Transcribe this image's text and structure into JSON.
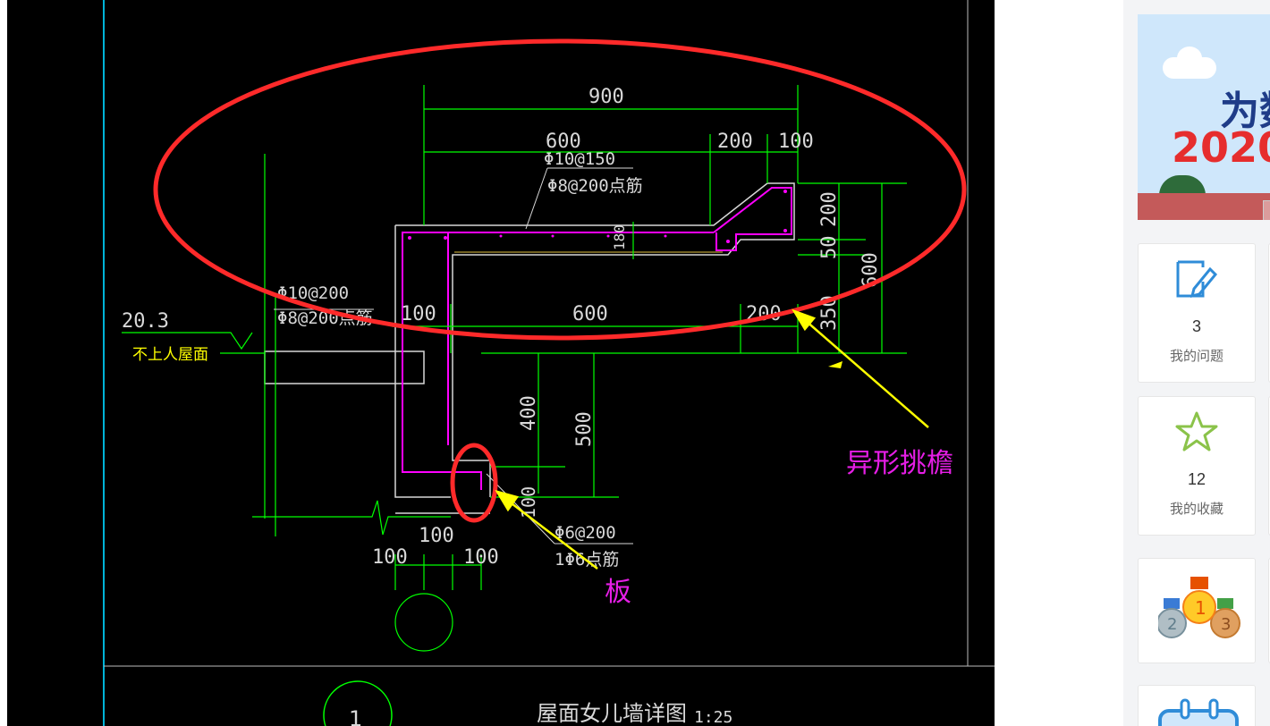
{
  "drawing": {
    "dims": {
      "d900": "900",
      "d600_top": "600",
      "d200_top": "200",
      "d100_top": "100",
      "d180": "180",
      "d600_mid": "600",
      "d200_mid": "200",
      "d100_mid": "100",
      "d400": "400",
      "d500": "500",
      "d100_bot": "100",
      "d100_bl": "100",
      "d100_br": "100",
      "d50": "50",
      "d200_v": "200",
      "d350": "350",
      "d600_v": "600",
      "d100_v": "100"
    },
    "rebar": {
      "top_main": "Φ10@150",
      "top_dist": "Φ8@200点筋",
      "left_main": "Φ10@200",
      "left_dist": "Φ8@200点筋",
      "bottom_main": "Φ6@200",
      "bottom_dist": "1Φ6点筋"
    },
    "elevation": "20.3",
    "roof_note": "不上人屋面",
    "annotation_eave": "异形挑檐",
    "annotation_slab": "板",
    "detail_number": "1",
    "detail_title": "屋面女儿墙详图",
    "detail_scale": "1:25"
  },
  "sidebar": {
    "banner": {
      "title_line1": "为数",
      "title_line2": "2020",
      "nav_arrow": "‹"
    },
    "cards": [
      {
        "count": "3",
        "label": "我的问题",
        "icon": "edit-icon"
      },
      {
        "count": "12",
        "label": "我的收藏",
        "icon": "star-icon"
      },
      {
        "count": "",
        "label": "",
        "icon": "medals-icon"
      },
      {
        "count": "",
        "label": "",
        "icon": "calendar-icon"
      }
    ]
  },
  "colors": {
    "cad_bg": "#000000",
    "dim_green": "#00ff00",
    "rebar_magenta": "#ff00ff",
    "outline_white": "#ffffff",
    "annot_red": "#ff2a2a",
    "arrow_yellow": "#ffff00",
    "text_yellow": "#ffff00",
    "text_magenta": "#e61ee6",
    "cyan_border": "#00b4d8"
  }
}
